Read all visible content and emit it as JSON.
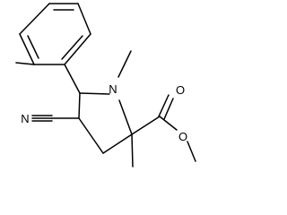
{
  "molecule": {
    "atoms": {
      "n_ring": "N",
      "n_nitrile": "N",
      "o_carbonyl": "O",
      "o_ester": "O"
    }
  },
  "colors": {
    "bond": "#000000",
    "background": "#ffffff"
  }
}
